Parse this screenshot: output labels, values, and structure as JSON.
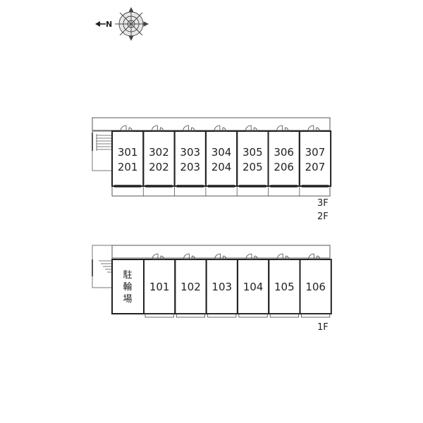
{
  "compass": {
    "north_label": "N",
    "icon": "compass-rose-icon"
  },
  "upper_block": {
    "floor_labels": [
      "3F",
      "2F"
    ],
    "units": [
      {
        "top": "301",
        "bottom": "201"
      },
      {
        "top": "302",
        "bottom": "202"
      },
      {
        "top": "303",
        "bottom": "203"
      },
      {
        "top": "304",
        "bottom": "204"
      },
      {
        "top": "305",
        "bottom": "205"
      },
      {
        "top": "306",
        "bottom": "206"
      },
      {
        "top": "307",
        "bottom": "207"
      }
    ]
  },
  "lower_block": {
    "floor_label": "1F",
    "bicycle_parking": [
      "駐",
      "輪",
      "場"
    ],
    "units": [
      "101",
      "102",
      "103",
      "104",
      "105",
      "106"
    ]
  }
}
